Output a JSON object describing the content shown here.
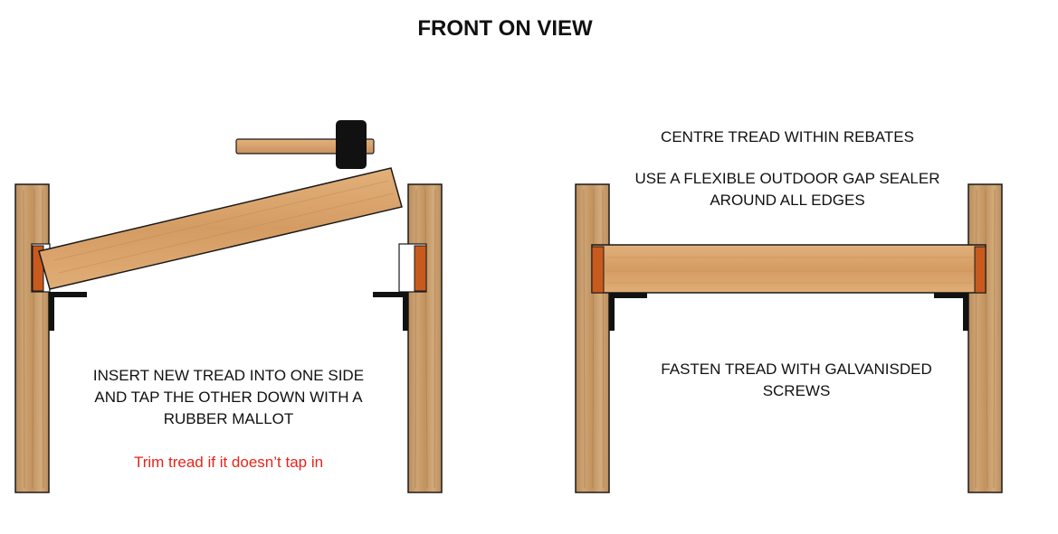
{
  "title": "FRONT ON VIEW",
  "left_panel": {
    "instruction_line1": "INSERT NEW TREAD INTO ONE SIDE",
    "instruction_line2": "AND TAP THE OTHER DOWN WITH A",
    "instruction_line3": "RUBBER MALLOT",
    "warning": "Trim tread if it doesn’t tap in"
  },
  "right_panel": {
    "note1": "CENTRE TREAD WITHIN REBATES",
    "note2_line1": "USE A FLEXIBLE OUTDOOR GAP SEALER",
    "note2_line2": "AROUND ALL EDGES",
    "note3_line1": "FASTEN TREAD WITH GALVANISDED",
    "note3_line2": "SCREWS"
  },
  "colors": {
    "timber": "#c89a66",
    "tread": "#dba76f",
    "sealer": "#c85a1e",
    "mallot_head": "#111111",
    "bracket": "#111111",
    "warning_text": "#e8231a"
  }
}
